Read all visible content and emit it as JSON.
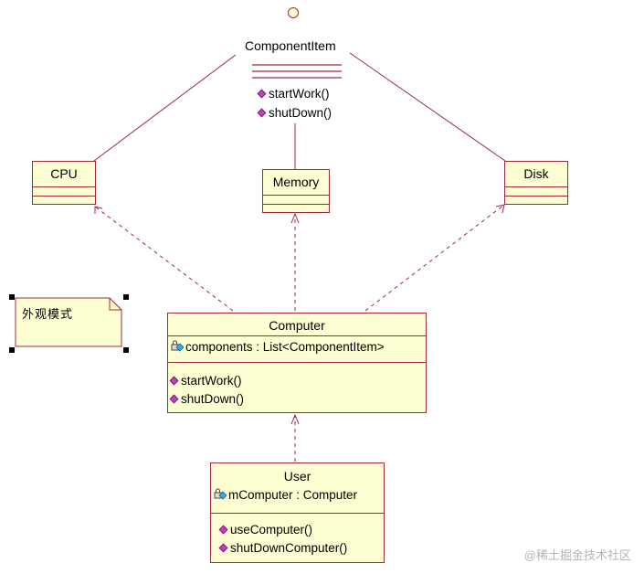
{
  "interface": {
    "name": "ComponentItem",
    "operations": [
      "startWork()",
      "shutDown()"
    ]
  },
  "classes": {
    "cpu": {
      "name": "CPU"
    },
    "memory": {
      "name": "Memory"
    },
    "disk": {
      "name": "Disk"
    },
    "computer": {
      "name": "Computer",
      "attribute": "components : List<ComponentItem>",
      "operations": [
        "startWork()",
        "shutDown()"
      ]
    },
    "user": {
      "name": "User",
      "attribute": "mComputer : Computer",
      "operations": [
        "useComputer()",
        "shutDownComputer()"
      ]
    }
  },
  "note": {
    "text": "外观模式"
  },
  "watermark": "@稀土掘金技术社区",
  "colors": {
    "class_fill": "#fefed3",
    "line": "#9b2c3e",
    "operation_icon": "#c23fc0"
  }
}
